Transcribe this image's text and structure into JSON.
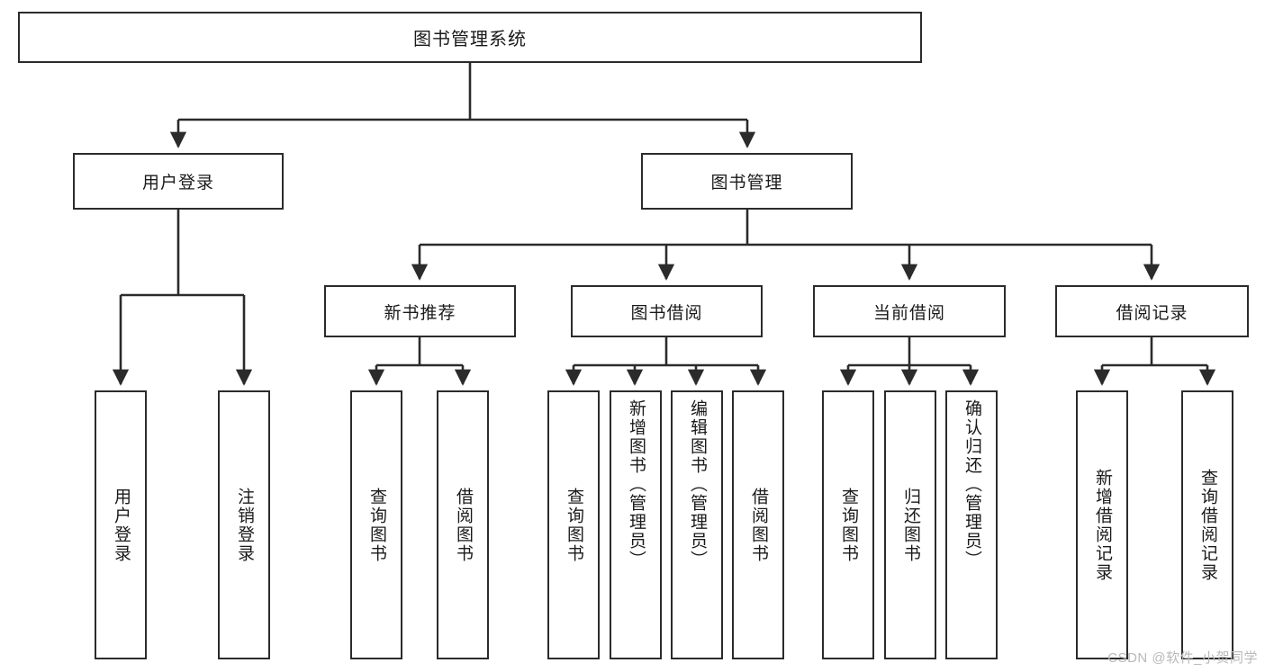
{
  "diagram": {
    "type": "tree-hierarchy-chart",
    "title": "图书管理系统",
    "watermark": "CSDN @软件_小贺同学",
    "colors": {
      "box_border": "#2b2b2b",
      "box_fill": "#ffffff",
      "connector": "#2b2b2b",
      "text": "#1a1a1a",
      "watermark": "#b9b9b9"
    },
    "nodes": {
      "root": {
        "label": "图书管理系统"
      },
      "level2": [
        {
          "id": "user-login",
          "label": "用户登录"
        },
        {
          "id": "book-manage",
          "label": "图书管理"
        }
      ],
      "level3": [
        {
          "id": "new-book-recommend",
          "label": "新书推荐"
        },
        {
          "id": "book-borrow",
          "label": "图书借阅"
        },
        {
          "id": "current-borrow",
          "label": "当前借阅"
        },
        {
          "id": "borrow-record",
          "label": "借阅记录"
        }
      ],
      "leaves": {
        "user_login": [
          {
            "id": "leaf-user-login",
            "label": "用户登录"
          },
          {
            "id": "leaf-user-logout",
            "label": "注销登录"
          }
        ],
        "new_book_recommend": [
          {
            "id": "leaf-query-book-1",
            "label": "查询图书"
          },
          {
            "id": "leaf-borrow-book-1",
            "label": "借阅图书"
          }
        ],
        "book_borrow": [
          {
            "id": "leaf-query-book-2",
            "label": "查询图书"
          },
          {
            "id": "leaf-add-book",
            "label": "新增图书（管理员）"
          },
          {
            "id": "leaf-edit-book",
            "label": "编辑图书（管理员）"
          },
          {
            "id": "leaf-borrow-book-2",
            "label": "借阅图书"
          }
        ],
        "current_borrow": [
          {
            "id": "leaf-query-book-3",
            "label": "查询图书"
          },
          {
            "id": "leaf-return-book",
            "label": "归还图书"
          },
          {
            "id": "leaf-confirm-return",
            "label": "确认归还（管理员）"
          }
        ],
        "borrow_record": [
          {
            "id": "leaf-add-borrow-record",
            "label": "新增借阅记录"
          },
          {
            "id": "leaf-query-borrow-record",
            "label": "查询借阅记录"
          }
        ]
      }
    }
  }
}
